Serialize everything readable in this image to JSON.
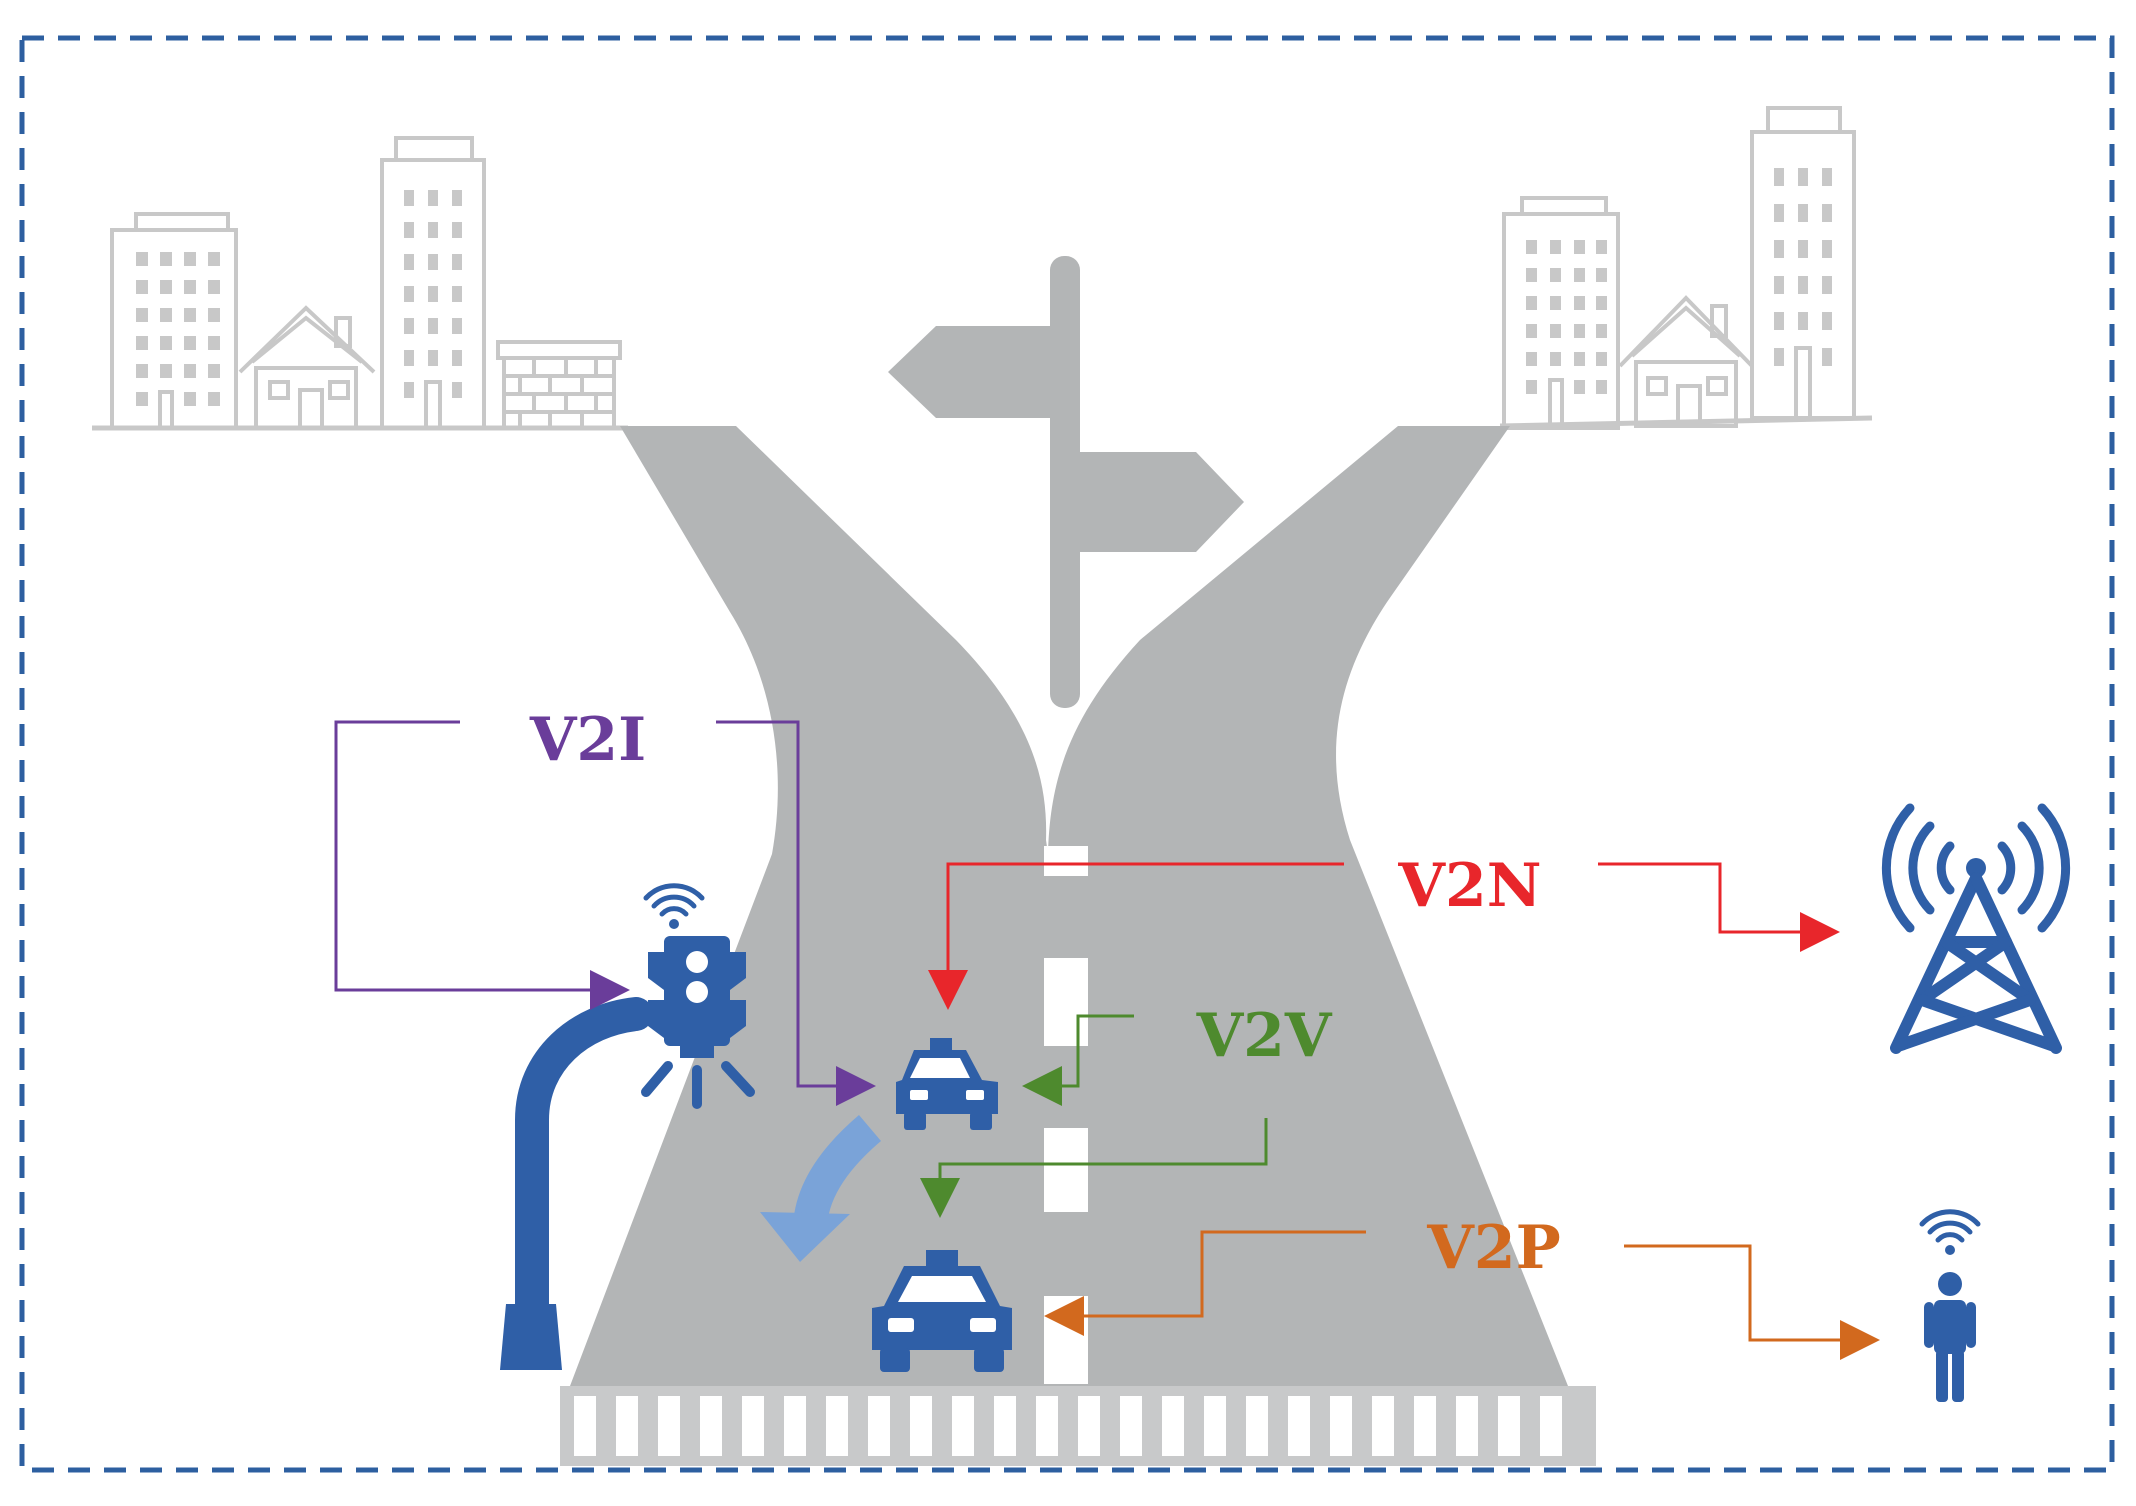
{
  "labels": {
    "v2i": "V2I",
    "v2n": "V2N",
    "v2v": "V2V",
    "v2p": "V2P"
  },
  "colors": {
    "v2i": "#6a3d9a",
    "v2n": "#e8262b",
    "v2v": "#4e8a2e",
    "v2p": "#d2691e",
    "icon_blue": "#2f5fa7",
    "road": "#b3b5b6",
    "building": "#c8c8c8",
    "frame": "#2d5fa0"
  },
  "icons": [
    "traffic-light-icon",
    "car-icon",
    "cell-tower-icon",
    "pedestrian-icon",
    "signpost-icon",
    "building-icon",
    "house-icon"
  ]
}
